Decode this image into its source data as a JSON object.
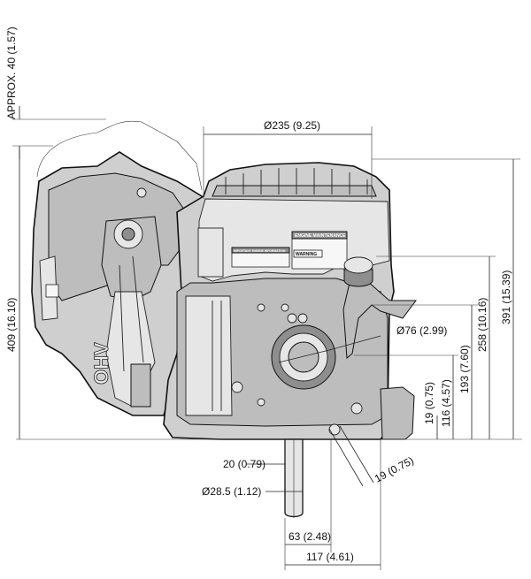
{
  "dimensions": {
    "approx_top": "APPROX. 40 (1.57)",
    "overall_height": "409 (16.10)",
    "top_diameter": "Ø235 (9.25)",
    "height_391": "391 (15.39)",
    "height_258": "258 (10.16)",
    "height_193": "193 (7.60)",
    "height_116": "116 (4.57)",
    "height_19": "19 (0.75)",
    "diameter_76": "Ø76 (2.99)",
    "shaft_offset_20": "20 (0.79)",
    "shaft_diameter": "Ø28.5 (1.12)",
    "slot_19": "19 (0.75)",
    "width_63": "63 (2.48)",
    "width_117": "117 (4.61)"
  },
  "engine_labels": {
    "ohv": "OHV",
    "engine_maintenance": "ENGINE MAINTENANCE",
    "important_info": "IMPORTANT ENGINE INFORMATION",
    "warning": "WARNING"
  },
  "colors": {
    "body": "#cfcfcf",
    "outline": "#111111",
    "dimension": "#222222"
  }
}
